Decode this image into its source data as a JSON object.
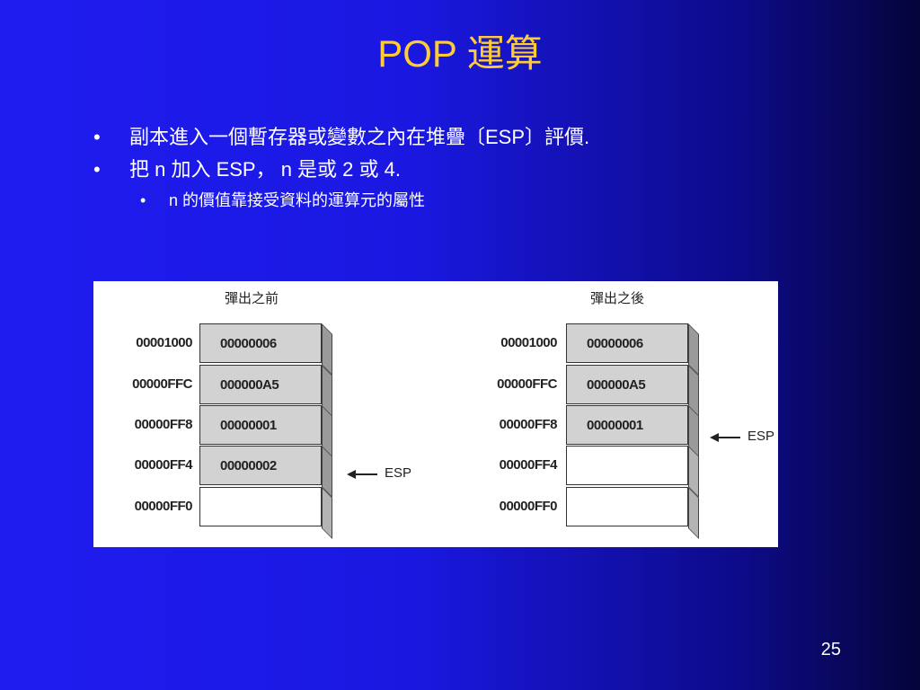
{
  "slide": {
    "title": "POP 運算",
    "page_number": "25",
    "colors": {
      "title": "#ffcc33",
      "text": "#ffffff",
      "background_start": "#1f1cf0",
      "background_end": "#05043a"
    }
  },
  "bullets": [
    {
      "text": "副本進入一個暫存器或變數之內在堆疊〔ESP〕評價."
    },
    {
      "text": "把 n 加入 ESP， n 是或 2 或 4."
    }
  ],
  "sub_bullets": [
    {
      "text": "n 的價值靠接受資料的運算元的屬性"
    }
  ],
  "bullet_char": "•",
  "figure": {
    "before": {
      "title": "彈出之前",
      "rows": [
        {
          "address": "00001000",
          "value": "00000006"
        },
        {
          "address": "00000FFC",
          "value": "000000A5"
        },
        {
          "address": "00000FF8",
          "value": "00000001"
        },
        {
          "address": "00000FF4",
          "value": "00000002"
        },
        {
          "address": "00000FF0",
          "value": ""
        }
      ],
      "esp_label": "ESP",
      "esp_row_index": 3
    },
    "after": {
      "title": "彈出之後",
      "rows": [
        {
          "address": "00001000",
          "value": "00000006"
        },
        {
          "address": "00000FFC",
          "value": "000000A5"
        },
        {
          "address": "00000FF8",
          "value": "00000001"
        },
        {
          "address": "00000FF4",
          "value": ""
        },
        {
          "address": "00000FF0",
          "value": ""
        }
      ],
      "esp_label": "ESP",
      "esp_row_index": 2
    }
  }
}
